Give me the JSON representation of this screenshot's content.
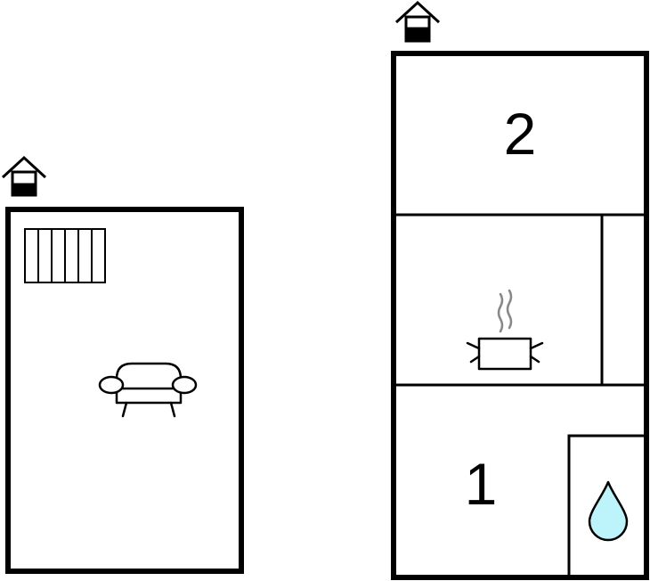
{
  "floorplan": {
    "left_building": {
      "entrance_icon": "house-entrance-icon",
      "rooms": [
        {
          "icons": [
            "radiator-icon",
            "sofa-icon"
          ]
        }
      ]
    },
    "right_building": {
      "entrance_icon": "house-entrance-icon",
      "rooms": [
        {
          "number": "2",
          "icon": "bed-number"
        },
        {
          "icon": "cooking-pot-icon"
        },
        {
          "number": "1",
          "icon": "bed-number"
        },
        {
          "icon": "water-drop-icon"
        }
      ]
    },
    "colors": {
      "walls": "#000000",
      "steam": "#888888",
      "water": "#bdf4fb"
    }
  }
}
